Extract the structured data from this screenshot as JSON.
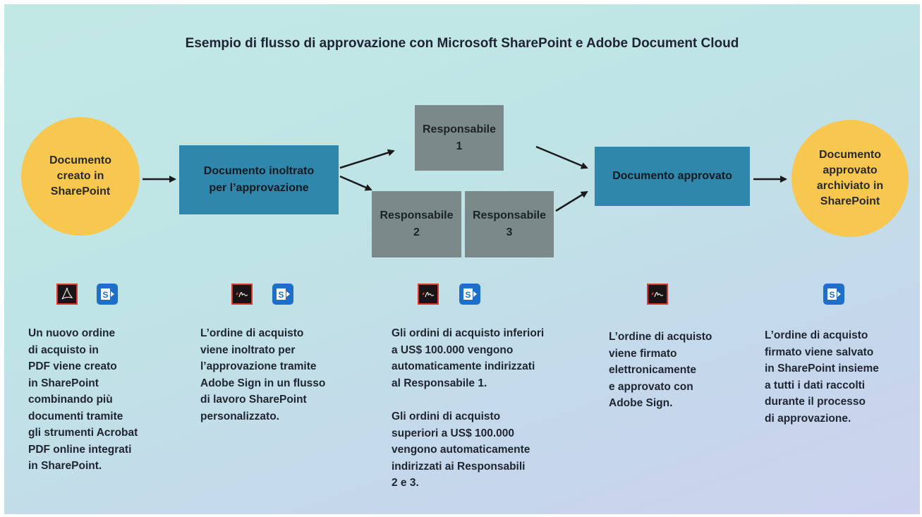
{
  "title": "Esempio di flusso di approvazione con Microsoft SharePoint e Adobe Document Cloud",
  "nodes": {
    "start": "Documento\ncreato in\nSharePoint",
    "forwarded": "Documento inoltrato\nper l’approvazione",
    "resp1": "Responsabile\n1",
    "resp2": "Responsabile\n2",
    "resp3": "Responsabile\n3",
    "approved": "Documento approvato",
    "archived": "Documento\napprovato\narchiviato in\nSharePoint"
  },
  "icons": {
    "col1": [
      "acrobat-pdf-icon",
      "sharepoint-icon"
    ],
    "col2": [
      "adobe-sign-icon",
      "sharepoint-icon"
    ],
    "col3": [
      "adobe-sign-icon",
      "sharepoint-icon"
    ],
    "col4": [
      "adobe-sign-icon"
    ],
    "col5": [
      "sharepoint-icon"
    ]
  },
  "descriptions": {
    "col1": "Un nuovo ordine\ndi acquisto in\nPDF viene creato\nin SharePoint\ncombinando più\ndocumenti tramite\ngli strumenti Acrobat\nPDF online integrati\nin SharePoint.",
    "col2": "L’ordine di acquisto\nviene inoltrato per\nl’approvazione tramite\nAdobe Sign in un flusso\ndi lavoro SharePoint\npersonalizzato.",
    "col3a": "Gli ordini di acquisto inferiori\na US$ 100.000 vengono\nautomaticamente indirizzati\nal Responsabile 1.",
    "col3b": "Gli ordini di acquisto\nsuperiori a US$ 100.000\nvengono automaticamente\nindirizzati ai Responsabili\n2 e 3.",
    "col4": "L’ordine di acquisto\nviene firmato\nelettronicamente\ne approvato con\nAdobe Sign.",
    "col5": "L’ordine di acquisto\nfirmato viene salvato\nin SharePoint insieme\na tutti i dati raccolti\ndurante il processo\ndi approvazione."
  },
  "colors": {
    "circle": "#f7c74f",
    "blue_box": "#2f87ac",
    "gray_box": "#7c8989",
    "acrobat_red": "#d93a2b",
    "sharepoint_blue": "#1d6fc9"
  }
}
